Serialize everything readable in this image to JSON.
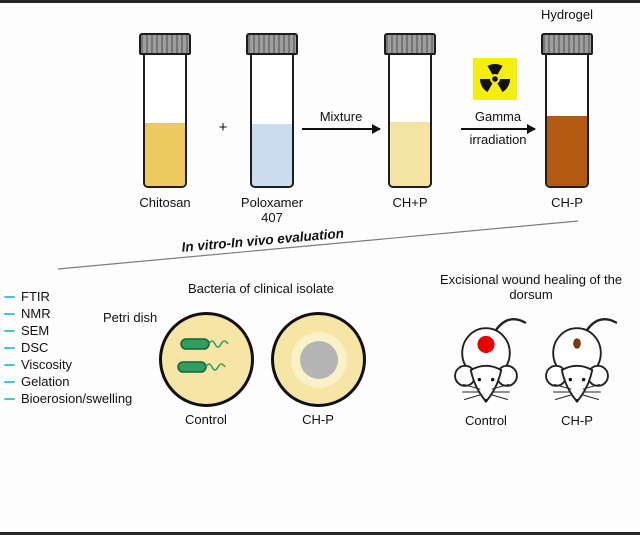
{
  "colors": {
    "chitosan_liquid": "#eec95e",
    "poloxamer_liquid": "#cadcf0",
    "chp_mix_liquid": "#f3e4a4",
    "chp_gel_liquid": "#b15a10",
    "radiation_bg": "#f6ee0e",
    "dish_fill": "#f6e5a4",
    "halo": "#f9f1c8",
    "inhibition_zone": "#b4b4b4",
    "bacteria_green": "#2f9e5f",
    "bacteria_edge": "#14623a",
    "dash_cyan": "#3fc8da",
    "wound_control": "#e60000",
    "wound_chp": "#7a3a10"
  },
  "hydrogel_label": "Hydrogel",
  "process": {
    "plus": "+",
    "vials": [
      {
        "label": "Chitosan"
      },
      {
        "label": "Poloxamer",
        "label2": "407"
      },
      {
        "label": "CH+P"
      },
      {
        "label": "CH-P"
      }
    ],
    "mixture_arrow_label": "Mixture",
    "gamma_label_top": "Gamma",
    "gamma_label_bottom": "irradiation"
  },
  "evaluation_label": "In vitro-In vivo evaluation",
  "methods": {
    "items": [
      "FTIR",
      "NMR",
      "SEM",
      "DSC",
      "Viscosity",
      "Gelation",
      "Bioerosion/swelling"
    ]
  },
  "bacteria": {
    "title": "Bacteria of clinical isolate",
    "petri_label": "Petri dish",
    "control_label": "Control",
    "chp_label": "CH-P"
  },
  "wound": {
    "title_line1": "Excisional wound healing of the",
    "title_line2": "dorsum",
    "control_label": "Control",
    "chp_label": "CH-P"
  }
}
